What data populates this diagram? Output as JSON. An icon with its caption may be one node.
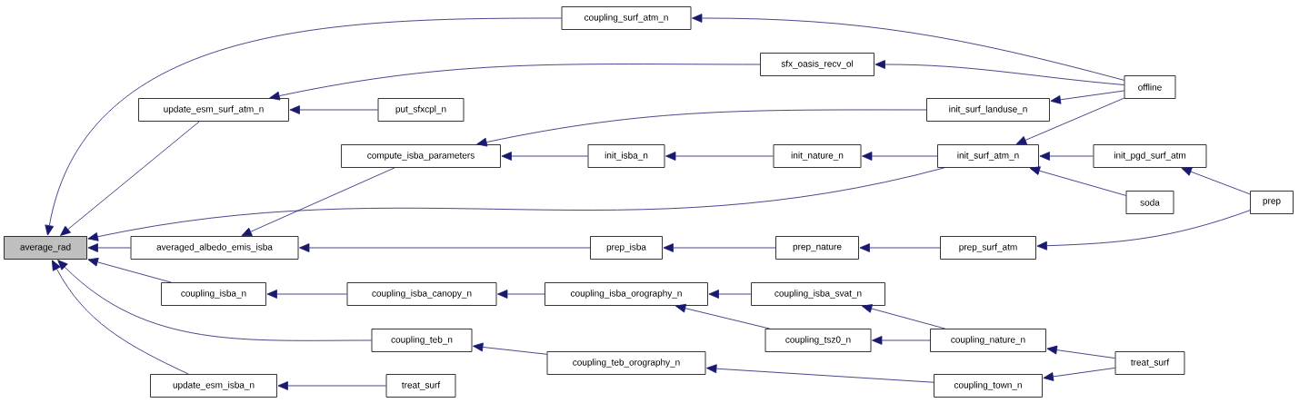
{
  "diagram": {
    "nodes": [
      {
        "text": [
          "average_rad"
        ]
      },
      {
        "text": [
          "coupling_surf_atm_n"
        ]
      },
      {
        "text": [
          "update_esm_surf_atm_n"
        ]
      },
      {
        "text": [
          "sfx_oasis_recv_ol"
        ]
      },
      {
        "text": [
          "put_sfxcpl_n"
        ]
      },
      {
        "text": [
          "offline"
        ]
      },
      {
        "text": [
          "init_surf_landuse_n"
        ]
      },
      {
        "text": [
          "compute_isba_parameters"
        ]
      },
      {
        "text": [
          "init_isba_n"
        ]
      },
      {
        "text": [
          "init_nature_n"
        ]
      },
      {
        "text": [
          "init_surf_atm_n"
        ]
      },
      {
        "text": [
          "init_pgd_surf_atm"
        ]
      },
      {
        "text": [
          "soda"
        ]
      },
      {
        "text": [
          "prep"
        ]
      },
      {
        "text": [
          "averaged_albedo_emis_isba"
        ]
      },
      {
        "text": [
          "prep_isba"
        ]
      },
      {
        "text": [
          "prep_nature"
        ]
      },
      {
        "text": [
          "prep_surf_atm"
        ]
      },
      {
        "text": [
          "coupling_isba_n"
        ]
      },
      {
        "text": [
          "coupling_isba_canopy_n"
        ]
      },
      {
        "text": [
          "coupling_isba_orography_n"
        ]
      },
      {
        "text": [
          "coupling_isba_svat_n"
        ]
      },
      {
        "text": [
          "coupling_tsz0_n"
        ]
      },
      {
        "text": [
          "coupling_nature_n"
        ]
      },
      {
        "text": [
          "treat_surf"
        ]
      },
      {
        "text": [
          "coupling_teb_n"
        ]
      },
      {
        "text": [
          "coupling_teb_orography_n"
        ]
      },
      {
        "text": [
          "coupling_town_n"
        ]
      },
      {
        "text": [
          "update_esm_isba_n"
        ]
      },
      {
        "text": [
          "treat_surf"
        ]
      }
    ],
    "edges": [
      {
        "from": 1,
        "to": 0,
        "arrow": "to"
      },
      {
        "from": 2,
        "to": 0,
        "arrow": "to"
      },
      {
        "from": 10,
        "to": 0,
        "arrow": "to"
      },
      {
        "from": 14,
        "to": 0,
        "arrow": "to"
      },
      {
        "from": 18,
        "to": 0,
        "arrow": "to"
      },
      {
        "from": 25,
        "to": 0,
        "arrow": "to"
      },
      {
        "from": 28,
        "to": 0,
        "arrow": "to"
      },
      {
        "from": 5,
        "to": 1,
        "arrow": "to"
      },
      {
        "from": 3,
        "to": 2,
        "arrow": "to"
      },
      {
        "from": 4,
        "to": 2,
        "arrow": "to"
      },
      {
        "from": 5,
        "to": 3,
        "arrow": "to"
      },
      {
        "from": 5,
        "to": 6,
        "arrow": "to"
      },
      {
        "from": 5,
        "to": 10,
        "arrow": "to"
      },
      {
        "from": 6,
        "to": 7,
        "arrow": "to"
      },
      {
        "from": 8,
        "to": 7,
        "arrow": "to"
      },
      {
        "from": 7,
        "to": 14,
        "arrow": "to"
      },
      {
        "from": 9,
        "to": 8,
        "arrow": "to"
      },
      {
        "from": 10,
        "to": 9,
        "arrow": "to"
      },
      {
        "from": 11,
        "to": 10,
        "arrow": "to"
      },
      {
        "from": 12,
        "to": 10,
        "arrow": "to"
      },
      {
        "from": 13,
        "to": 11,
        "arrow": "to"
      },
      {
        "from": 13,
        "to": 17,
        "arrow": "to"
      },
      {
        "from": 15,
        "to": 14,
        "arrow": "to"
      },
      {
        "from": 16,
        "to": 15,
        "arrow": "to"
      },
      {
        "from": 17,
        "to": 16,
        "arrow": "to"
      },
      {
        "from": 19,
        "to": 18,
        "arrow": "to"
      },
      {
        "from": 20,
        "to": 19,
        "arrow": "to"
      },
      {
        "from": 21,
        "to": 20,
        "arrow": "to"
      },
      {
        "from": 22,
        "to": 20,
        "arrow": "to"
      },
      {
        "from": 23,
        "to": 21,
        "arrow": "to"
      },
      {
        "from": 23,
        "to": 22,
        "arrow": "to"
      },
      {
        "from": 24,
        "to": 23,
        "arrow": "to"
      },
      {
        "from": 24,
        "to": 27,
        "arrow": "to"
      },
      {
        "from": 26,
        "to": 25,
        "arrow": "to"
      },
      {
        "from": 27,
        "to": 26,
        "arrow": "to"
      },
      {
        "from": 29,
        "to": 28,
        "arrow": "to"
      }
    ]
  }
}
